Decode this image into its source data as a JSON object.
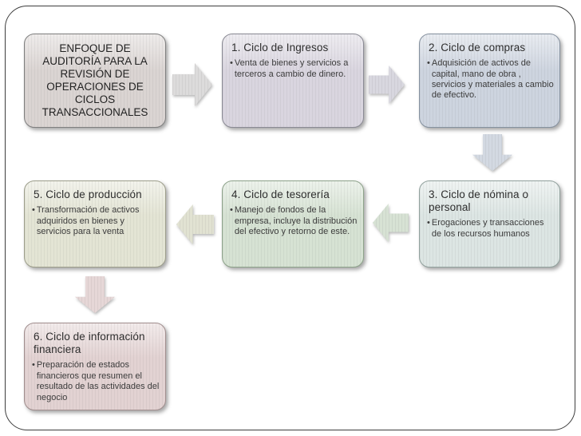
{
  "slide": {
    "background_color": "#ffffff",
    "frame_border_color": "#3d3d3d"
  },
  "diagram": {
    "bullet_char": "•",
    "start_box": {
      "text": "ENFOQUE DE AUDITORÍA PARA LA REVISIÓN DE OPERACIONES DE CICLOS TRANSACCIONALES",
      "fill": "#dad4d2"
    },
    "cycles": [
      {
        "title": "1. Ciclo de Ingresos",
        "bullet": "Venta de bienes y servicios a terceros a cambio de dinero.",
        "fill": "#d9d5df"
      },
      {
        "title": "2. Ciclo de compras",
        "bullet": "Adquisición de activos de capital, mano de obra , servicios y materiales a cambio de efectivo.",
        "fill": "#cdd4df"
      },
      {
        "title": "3. Ciclo de nómina o personal",
        "bullet": "Erogaciones y transacciones de los recursos humanos",
        "fill": "#dce5e3"
      },
      {
        "title": "4. Ciclo de tesorería",
        "bullet": "Manejo de fondos de la empresa, incluye la distribución del efectivo y retorno de este.",
        "fill": "#d6e2d3"
      },
      {
        "title": "5. Ciclo de producción",
        "bullet": "Transformación de activos adquiridos en bienes y servicios para la venta",
        "fill": "#e3e4d4"
      },
      {
        "title": "6. Ciclo de información financiera",
        "bullet": "Preparación de estados financieros que resumen el resultado de las actividades del negocio",
        "fill": "#e2d2d2"
      }
    ],
    "arrows": [
      {
        "from": "start",
        "to": "1",
        "direction": "right",
        "fill": "#dcdbdb"
      },
      {
        "from": "1",
        "to": "2",
        "direction": "right",
        "fill": "#d8d7df"
      },
      {
        "from": "2",
        "to": "3",
        "direction": "down",
        "fill": "#d3d9e2"
      },
      {
        "from": "3",
        "to": "4",
        "direction": "left",
        "fill": "#d7e2d4"
      },
      {
        "from": "4",
        "to": "5",
        "direction": "left",
        "fill": "#e1e2d2"
      },
      {
        "from": "5",
        "to": "6",
        "direction": "down",
        "fill": "#e6d7d7"
      }
    ]
  }
}
